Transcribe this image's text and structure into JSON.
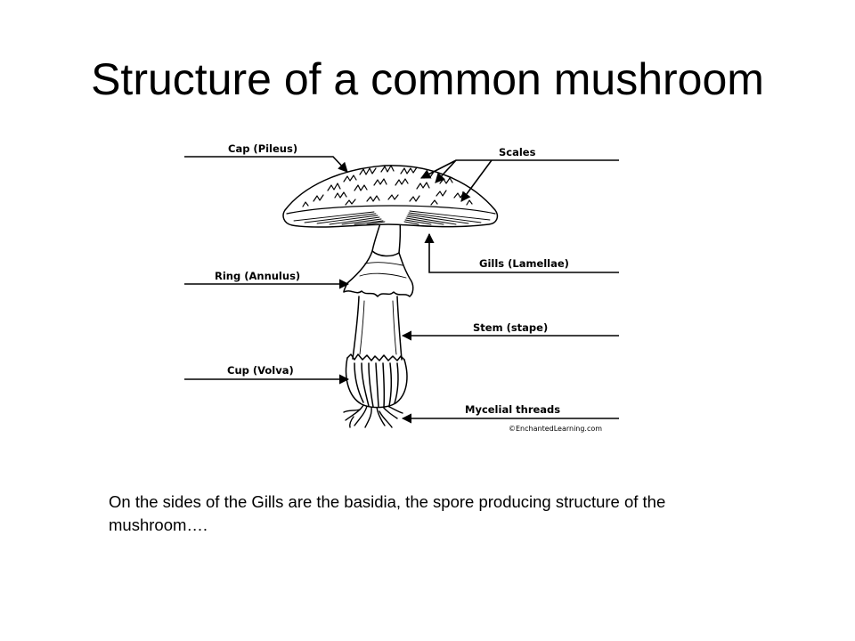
{
  "slide": {
    "title": "Structure of a common mushroom",
    "caption": "On the sides of the Gills are the basidia, the spore producing structure of the mushroom…."
  },
  "diagram": {
    "labels": {
      "cap": "Cap (Pileus)",
      "scales": "Scales",
      "gills": "Gills (Lamellae)",
      "ring": "Ring (Annulus)",
      "stem": "Stem (stape)",
      "cup": "Cup (Volva)",
      "mycelial": "Mycelial threads"
    },
    "credit": "©EnchantedLearning.com"
  }
}
